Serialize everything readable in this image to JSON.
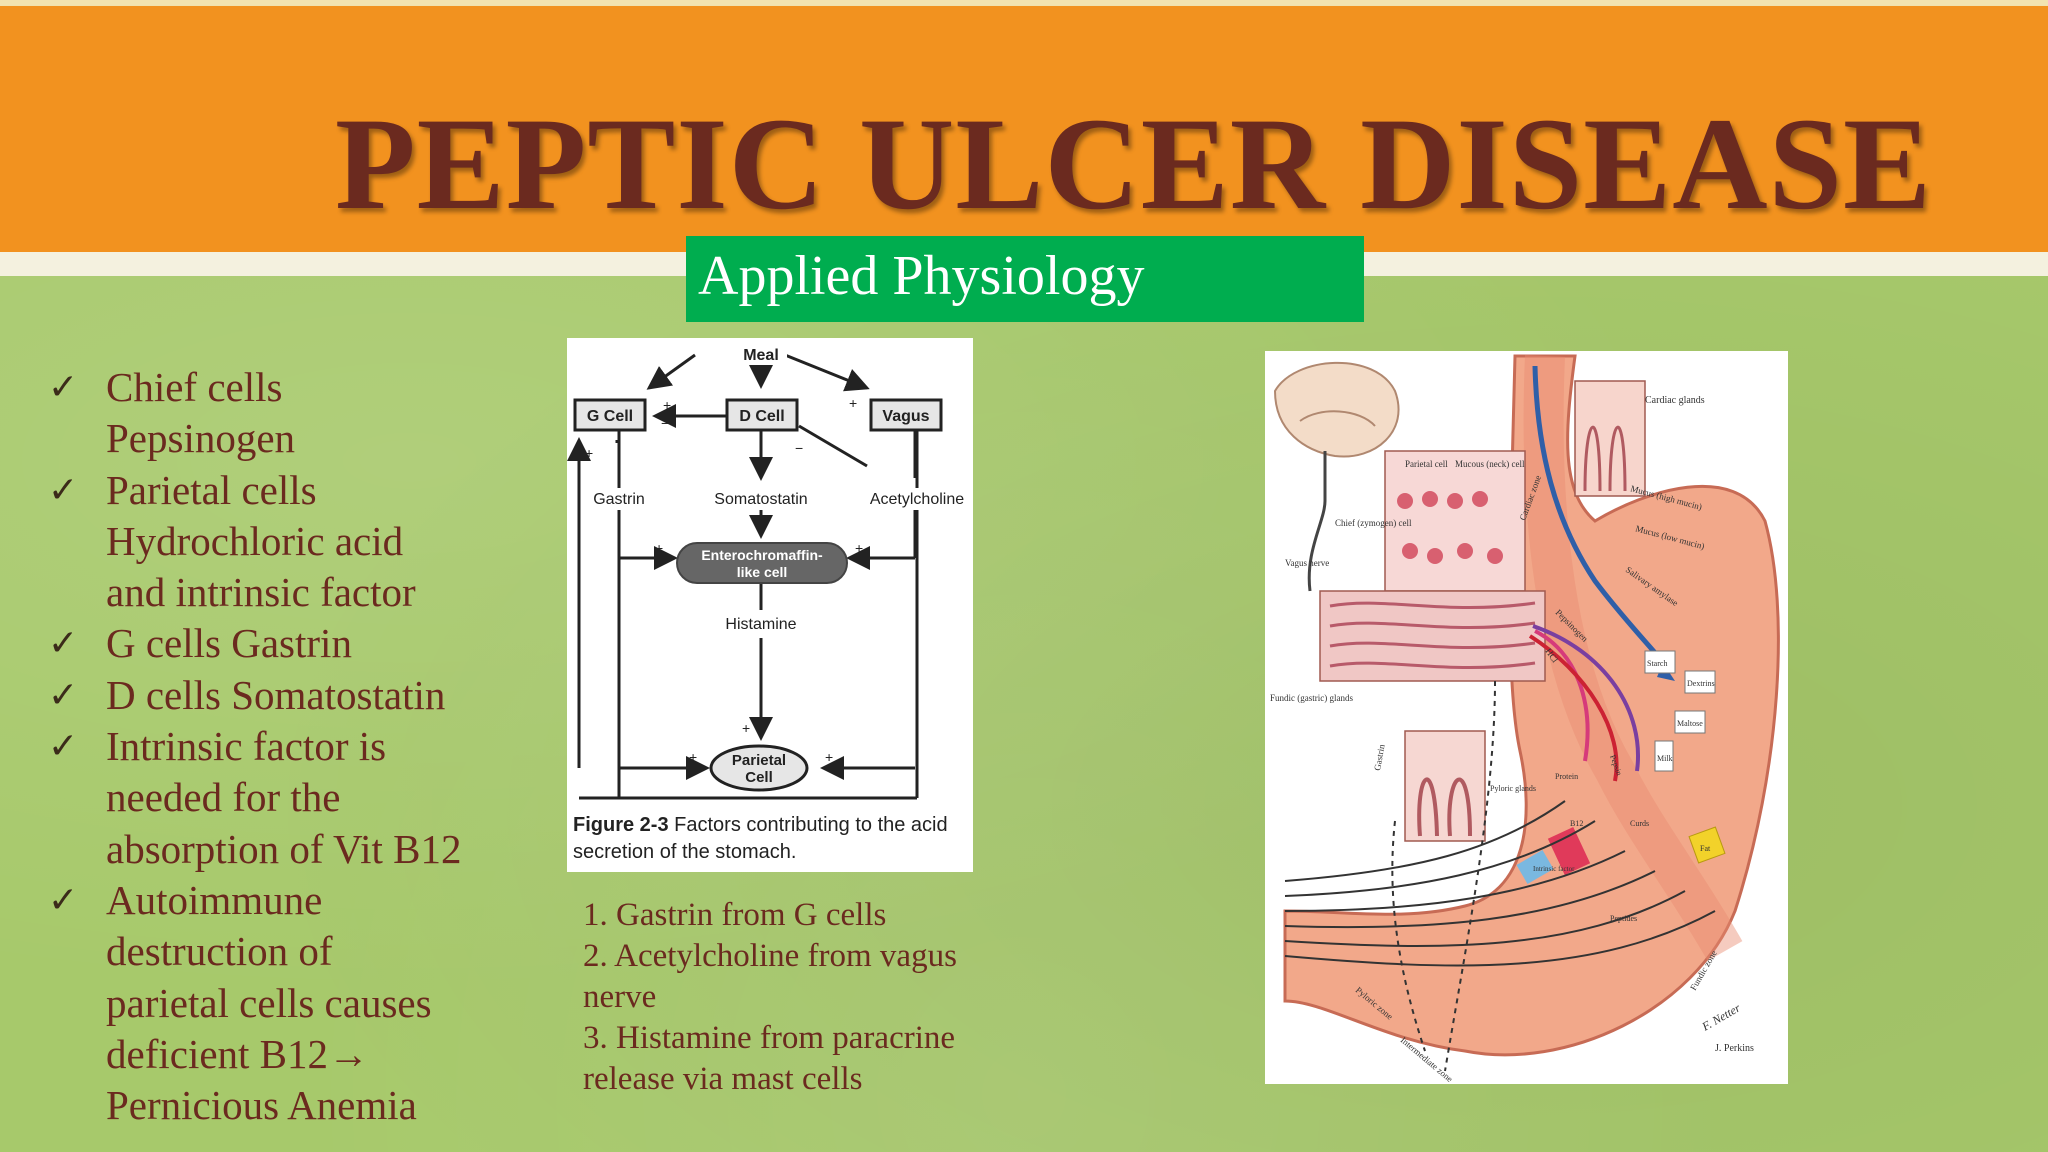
{
  "slide": {
    "title": "PEPTIC ULCER DISEASE",
    "subtitle": "Applied Physiology"
  },
  "bullets": [
    {
      "check": "✓",
      "lines": [
        "Chief cells",
        "Pepsinogen"
      ]
    },
    {
      "check": "✓",
      "lines": [
        "Parietal cells",
        "Hydrochloric acid",
        "and intrinsic factor"
      ]
    },
    {
      "check": "✓",
      "lines": [
        "G cells Gastrin"
      ]
    },
    {
      "check": "✓",
      "lines": [
        "D cells Somatostatin"
      ]
    },
    {
      "check": "✓",
      "lines": [
        "Intrinsic factor is",
        "needed for the",
        "absorption of Vit B12"
      ]
    },
    {
      "check": "✓",
      "lines": [
        "Autoimmune",
        "destruction of",
        "parietal cells causes",
        "deficient B12→",
        "Pernicious Anemia"
      ]
    }
  ],
  "figure": {
    "nodes": {
      "meal": "Meal",
      "g_cell": "G Cell",
      "d_cell": "D Cell",
      "vagus": "Vagus",
      "gastrin": "Gastrin",
      "somatostatin": "Somatostatin",
      "acetylcholine": "Acetylcholine",
      "ecl_line1": "Enterochromaffin-",
      "ecl_line2": "like cell",
      "histamine": "Histamine",
      "parietal_line1": "Parietal",
      "parietal_line2": "Cell"
    },
    "signs": {
      "plus": "+",
      "minus": "−"
    },
    "caption_label": "Figure 2-3",
    "caption_line1": "Factors contributing to the acid",
    "caption_line2": "secretion of the stomach."
  },
  "numbered_list": [
    "1. Gastrin from G cells",
    "2. Acetylcholine from vagus",
    "nerve",
    "3. Histamine from paracrine",
    "release via mast cells"
  ],
  "illustration": {
    "labels": {
      "cardiac_glands": "Cardiac glands",
      "parietal_cell": "Parietal cell",
      "mucous_neck_cell": "Mucous (neck) cell",
      "chief_cell": "Chief (zymogen) cell",
      "vagus_nerve": "Vagus nerve",
      "fundic_glands": "Fundic (gastric) glands",
      "cardiac_zone": "Cardiac zone",
      "mucus_high": "Mucus (high mucin)",
      "mucus_low": "Mucus (low mucin)",
      "salivary_amylase": "Salivary amylase",
      "pepsinogen": "Pepsinogen",
      "hcl": "HCl",
      "starch": "Starch",
      "dextrins": "Dextrins",
      "maltose": "Maltose",
      "milk": "Milk",
      "curds": "Curds",
      "protein": "Protein",
      "pepsin": "Pepsin",
      "peptides": "Peptides",
      "fat": "Fat",
      "gastrin": "Gastrin",
      "b12": "B12",
      "intrinsic_factor": "Intrinsic factor",
      "pyloric_glands": "Pyloric glands",
      "pyloric_zone": "Pyloric zone",
      "intermediate_zone": "Intermediate zone",
      "fundic_zone": "Fundic zone",
      "signature": "F. Netter",
      "artist": "J. Perkins"
    }
  }
}
